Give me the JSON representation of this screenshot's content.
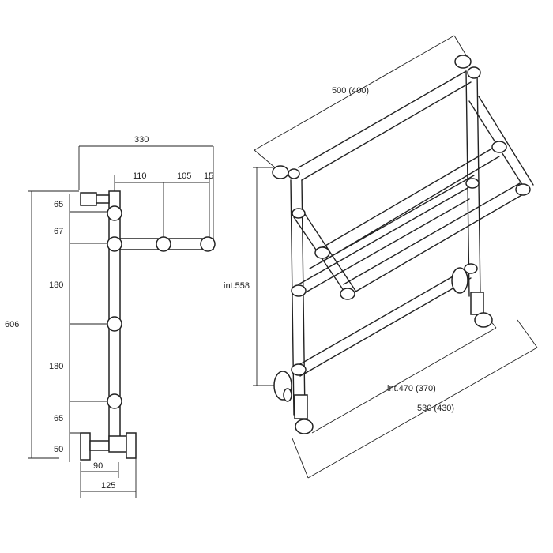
{
  "side_view": {
    "dim_total_width": "330",
    "dim_110": "110",
    "dim_105": "105",
    "dim_15": "15",
    "dim_65_top": "65",
    "dim_67": "67",
    "dim_180_a": "180",
    "dim_606": "606",
    "dim_180_b": "180",
    "dim_65_bottom": "65",
    "dim_50": "50",
    "dim_90": "90",
    "dim_125": "125"
  },
  "iso_view": {
    "dim_top_width": "500 (400)",
    "dim_height": "int.558",
    "dim_internal_width": "int.470 (370)",
    "dim_bottom_width": "530 (430)"
  },
  "colors": {
    "line": "#222222",
    "background": "#ffffff"
  }
}
